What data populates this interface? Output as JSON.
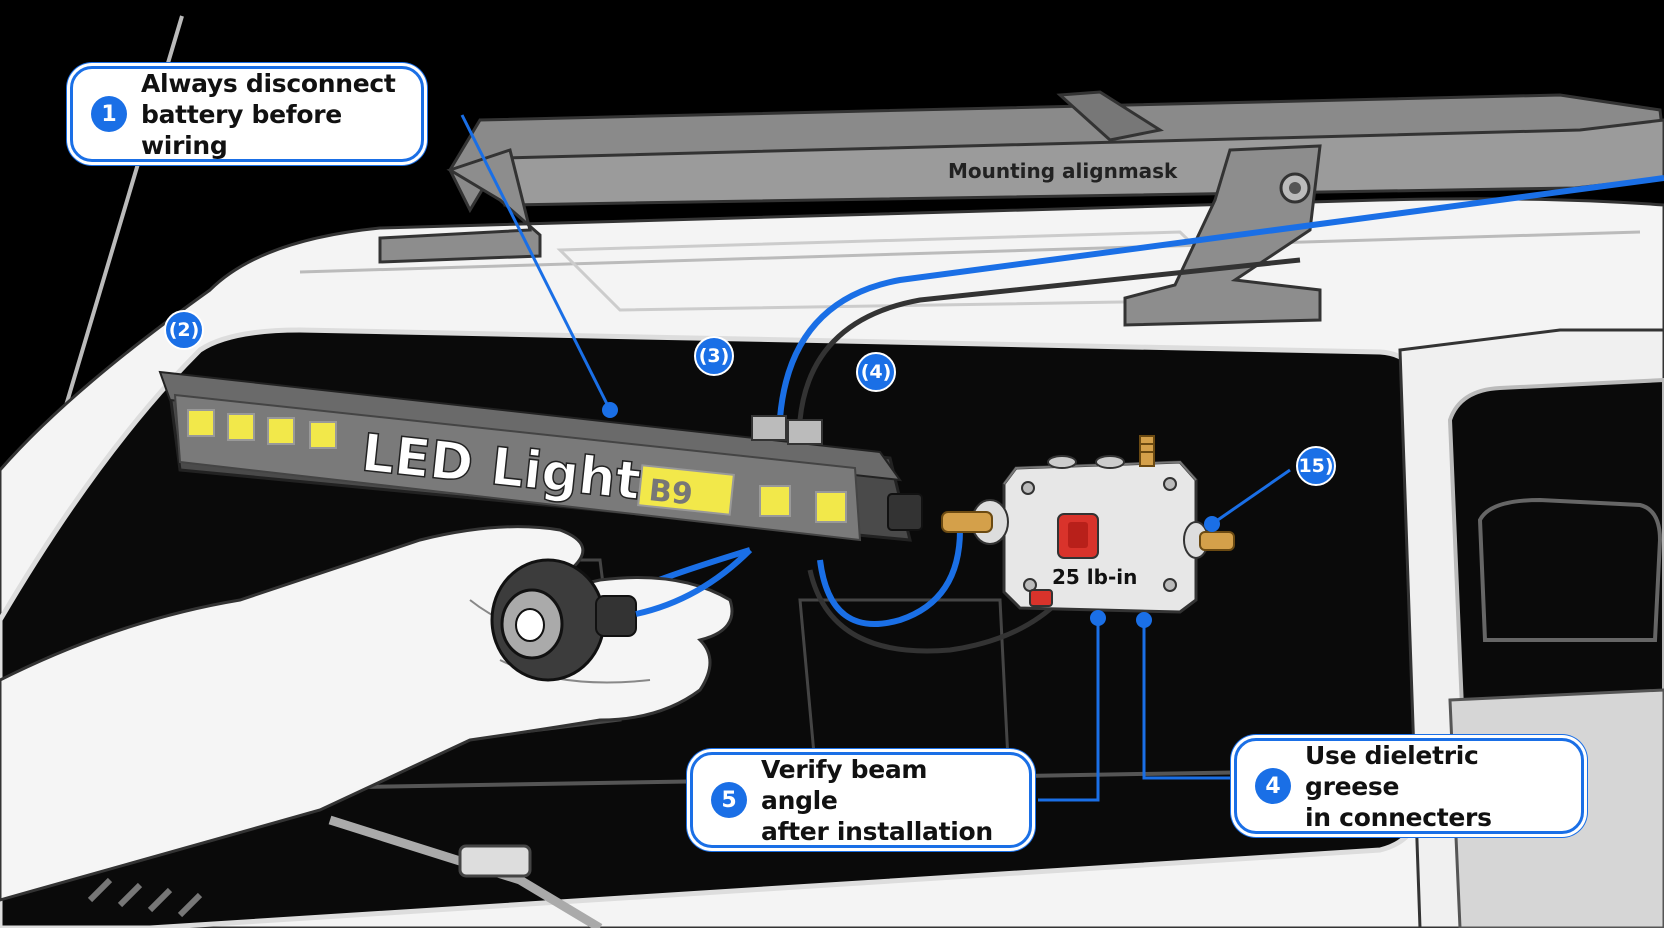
{
  "callouts": {
    "c1": {
      "num": "1",
      "line1": "Always disconnect",
      "line2": "battery before wiring"
    },
    "c5": {
      "num": "5",
      "line1": "Verify beam angle",
      "line2": "after installation"
    },
    "c4": {
      "num": "4",
      "line1": "Use dieletric greese",
      "line2": "in connecters"
    }
  },
  "markers": {
    "m2": "(2)",
    "m3": "(3)",
    "m4": "(4)",
    "m15": "15)"
  },
  "labels": {
    "rack_label": "Mounting alignmask",
    "light_label": "LED Light",
    "light_code": "B9",
    "torque_label": "25 lb-in"
  },
  "colors": {
    "accent": "#1a6fe6",
    "background": "#000000",
    "led": "#f2e84a"
  }
}
